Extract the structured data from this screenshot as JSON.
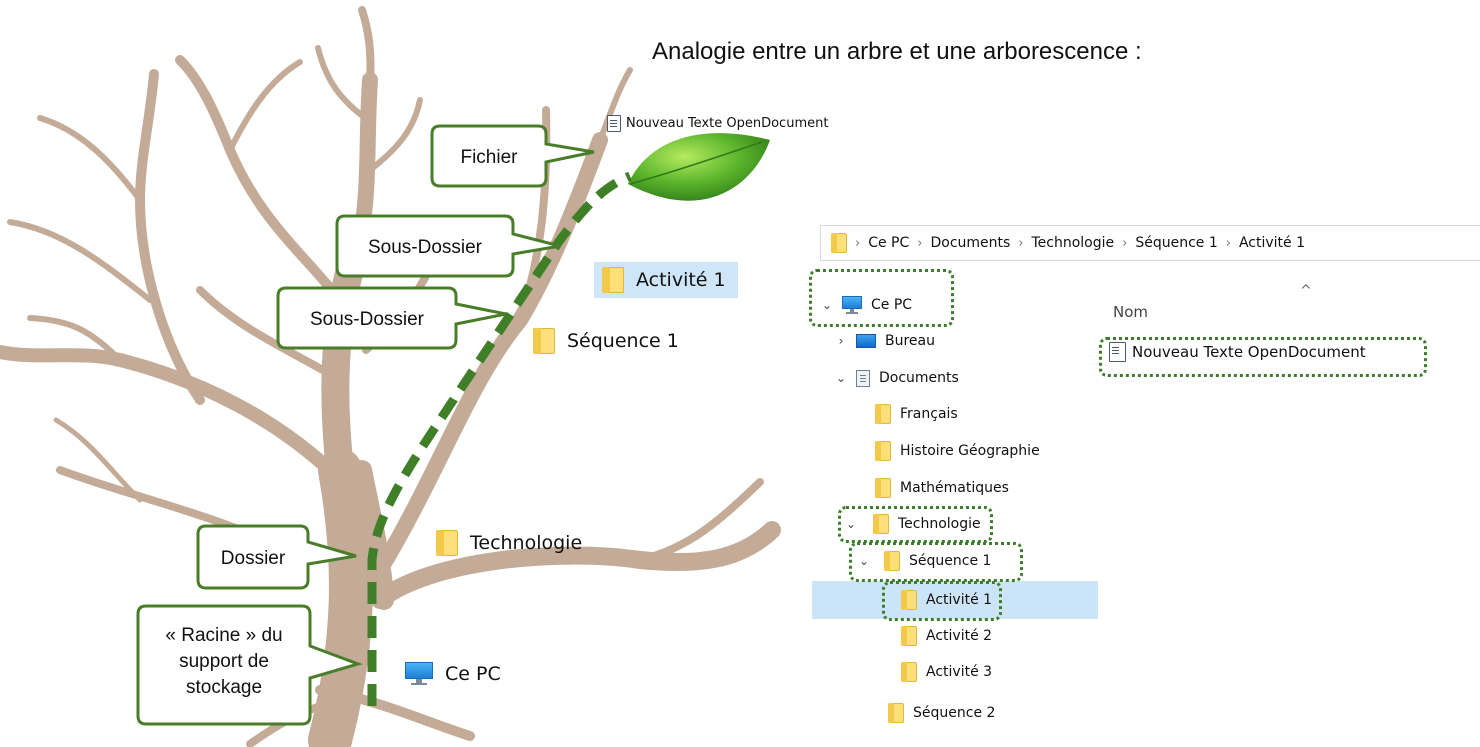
{
  "heading": "Analogie entre un arbre et une arborescence :",
  "callouts": {
    "fichier": "Fichier",
    "sous_dossier_1": "Sous-Dossier",
    "sous_dossier_2": "Sous-Dossier",
    "dossier": "Dossier",
    "racine": [
      "« Racine » du",
      "support de",
      "stockage"
    ]
  },
  "tree_labels": {
    "file": "Nouveau Texte OpenDocument",
    "activite": "Activité 1",
    "sequence": "Séquence 1",
    "technologie": "Technologie",
    "pc": "Ce PC"
  },
  "explorer": {
    "breadcrumb": [
      "Ce PC",
      "Documents",
      "Technologie",
      "Séquence 1",
      "Activité 1"
    ],
    "column_header": "Nom",
    "sort_caret": "^",
    "nav": [
      {
        "label": "Ce PC",
        "expanded": true,
        "icon": "pc-icon"
      },
      {
        "label": "Bureau",
        "expanded": false,
        "icon": "desktop-icon"
      },
      {
        "label": "Documents",
        "expanded": true,
        "icon": "documents-icon"
      },
      {
        "label": "Français",
        "icon": "folder-icon"
      },
      {
        "label": "Histoire Géographie",
        "icon": "folder-icon"
      },
      {
        "label": "Mathématiques",
        "icon": "folder-icon"
      },
      {
        "label": "Technologie",
        "expanded": true,
        "icon": "folder-icon"
      },
      {
        "label": "Séquence 1",
        "expanded": true,
        "icon": "folder-icon"
      },
      {
        "label": "Activité 1",
        "selected": true,
        "icon": "folder-icon"
      },
      {
        "label": "Activité 2",
        "icon": "folder-icon"
      },
      {
        "label": "Activité 3",
        "icon": "folder-icon"
      },
      {
        "label": "Séquence 2",
        "icon": "folder-icon"
      }
    ],
    "file": "Nouveau Texte OpenDocument"
  },
  "colors": {
    "branch": "#c4ab97",
    "callout_border": "#4a7d2a",
    "path": "#3f7f27",
    "leaf": "#57b029",
    "selection": "#cce4f7"
  }
}
